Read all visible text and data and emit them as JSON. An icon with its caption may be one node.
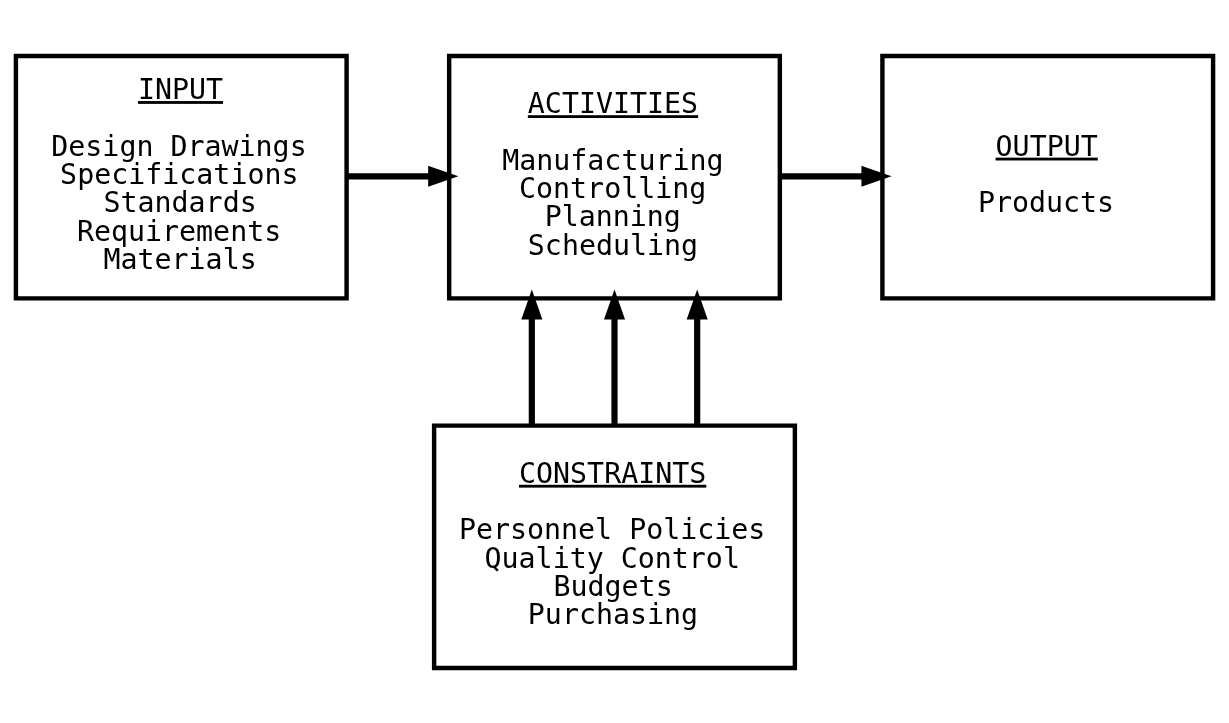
{
  "diagram": {
    "nodes": [
      {
        "text": [
          "INPUT",
          "Design Drawings",
          "Specifications",
          "Standards",
          "Requirements",
          "Materials"
        ]
      },
      {
        "text": [
          "ACTIVITIES",
          "Manufacturing",
          "Controlling",
          "Planning",
          "Scheduling"
        ]
      },
      {
        "text": [
          "OUTPUT",
          "Products"
        ]
      },
      {
        "text": [
          "CONSTRAINTS",
          "Personnel Policies",
          "Quality Control",
          "Budgets",
          "Purchasing"
        ]
      }
    ],
    "edges": [
      {
        "from": 0,
        "to": 1,
        "arrow": "to"
      },
      {
        "from": 1,
        "to": 2,
        "arrow": "to"
      },
      {
        "from": 3,
        "to": 1,
        "arrow": "to"
      },
      {
        "from": 3,
        "to": 1,
        "arrow": "to"
      },
      {
        "from": 3,
        "to": 1,
        "arrow": "to"
      }
    ]
  }
}
